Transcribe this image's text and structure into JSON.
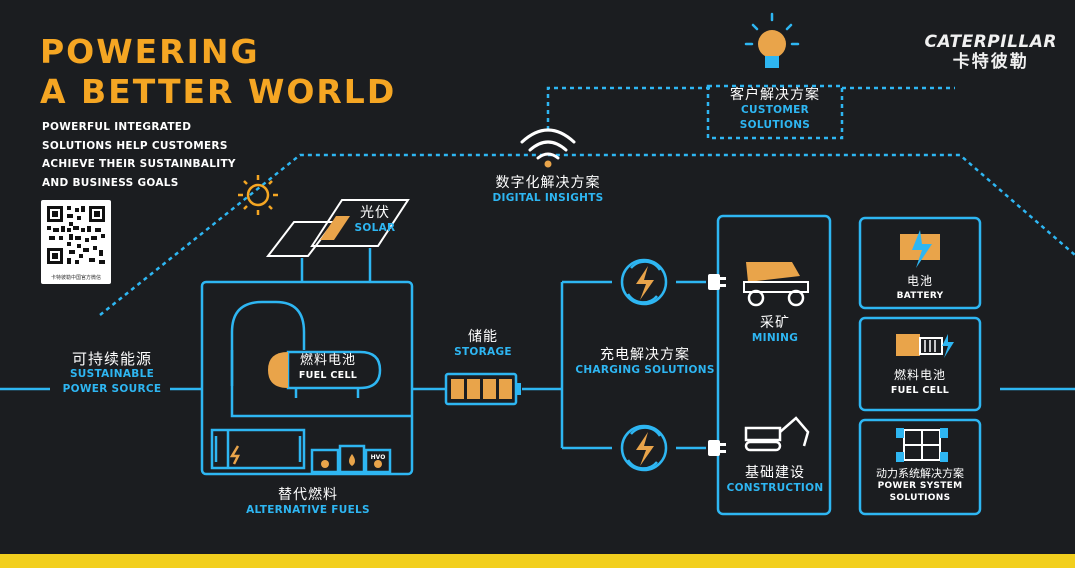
{
  "headline": {
    "line1": "POWERING",
    "line2": "A BETTER WORLD"
  },
  "intro": {
    "line1": "POWERFUL INTEGRATED",
    "line2": "SOLUTIONS HELP CUSTOMERS",
    "line3": "ACHIEVE THEIR SUSTAINBALITY",
    "line4": "AND BUSINESS GOALS"
  },
  "brand": {
    "name_en": "CATERPILLAR",
    "name_cn": "卡特彼勒"
  },
  "qr_caption": "卡特彼勒中国官方微信",
  "nodes": {
    "customer": {
      "cn": "客户解决方案",
      "en1": "CUSTOMER",
      "en2": "SOLUTIONS"
    },
    "digital": {
      "cn": "数字化解决方案",
      "en": "DIGITAL INSIGHTS"
    },
    "solar": {
      "cn": "光伏",
      "en": "SOLAR"
    },
    "sustainable": {
      "cn": "可持续能源",
      "en1": "SUSTAINABLE",
      "en2": "POWER SOURCE"
    },
    "fuel_cell_center": {
      "cn": "燃料电池",
      "en": "FUEL CELL"
    },
    "alt_fuels": {
      "cn": "替代燃料",
      "en": "ALTERNATIVE FUELS"
    },
    "storage": {
      "cn": "储能",
      "en": "STORAGE"
    },
    "charging": {
      "cn": "充电解决方案",
      "en": "CHARGING SOLUTIONS"
    },
    "mining": {
      "cn": "采矿",
      "en": "MINING"
    },
    "construction": {
      "cn": "基础建设",
      "en": "CONSTRUCTION"
    },
    "battery": {
      "cn": "电池",
      "en": "BATTERY"
    },
    "fuel_cell_right": {
      "cn": "燃料电池",
      "en": "FUEL CELL"
    },
    "power_system": {
      "cn": "动力系统解决方案",
      "en1": "POWER SYSTEM",
      "en2": "SOLUTIONS"
    }
  },
  "tank_labels": {
    "hvo": "HVO"
  },
  "colors": {
    "background": "#1b1d20",
    "line_blue": "#2eb6f2",
    "accent_orange": "#f5a623",
    "fill_orange": "#e9a44a",
    "strip_yellow": "#f2cf1e"
  }
}
